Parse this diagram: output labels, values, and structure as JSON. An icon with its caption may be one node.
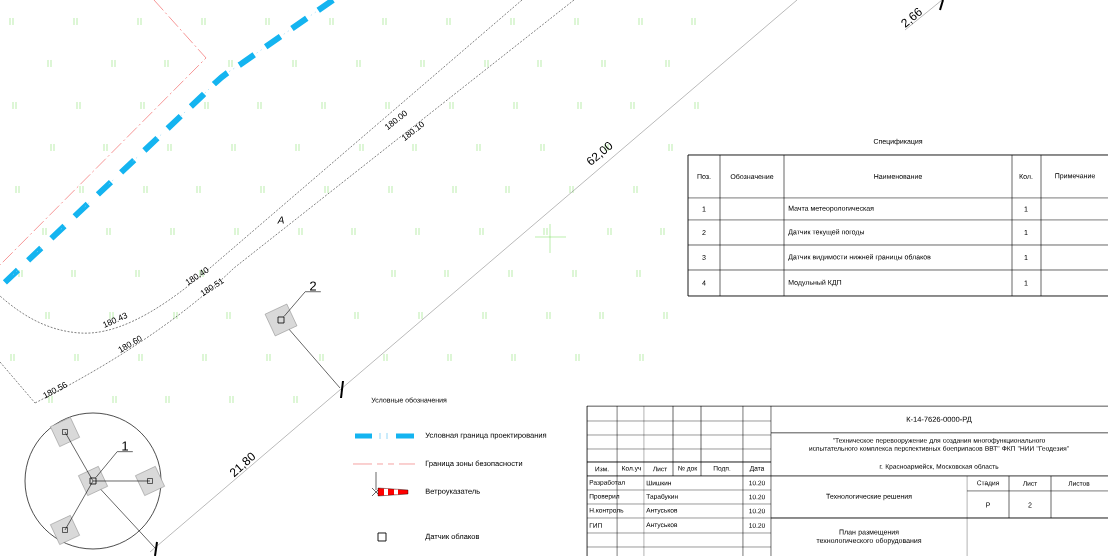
{
  "diagram": {
    "nodes": [
      {
        "text": [
          "1"
        ]
      },
      {
        "text": [],
        "shape": "box"
      },
      {
        "text": [
          "2"
        ]
      },
      {
        "text": [],
        "shape": "box"
      }
    ],
    "edges": [
      {
        "from": 0,
        "to": 1,
        "arrow": "none"
      },
      {
        "from": 2,
        "to": 3,
        "arrow": "none"
      }
    ],
    "labels": [
      "2,66",
      "180.00",
      "180.10",
      "62,00",
      "A",
      "180.40",
      "180.51",
      "180.43",
      "180.60",
      "180.56",
      "21,80",
      "Спецификация",
      "Поз.",
      "Обозначение",
      "Наименование",
      "Кол.",
      "Примечание",
      "1",
      "Мачта метеорологическая",
      "1",
      "2",
      "Датчик текущей погоды",
      "1",
      "3",
      "Датчик видимости нижней границы облаков",
      "1",
      "4",
      "Модульный КДП",
      "1",
      "Условные обозначения",
      "К-14-7626-0000-РД",
      "\"Техническое перевооружение для создания многофункционального испытательного комплекса перспективных боеприпасов ВВТ\" ФКП \"НИИ \"Геодезия\"",
      "Изм.",
      "Кол.уч",
      "Лист",
      "№ док",
      "Подп.",
      "Дата",
      "г. Красноармейск, Московская область",
      "Разработал",
      "Шишкин",
      "10.20",
      "Проверил",
      "Тарабукин",
      "10.20",
      "Н.контроль",
      "Антуськов",
      "10.20",
      "ГИП",
      "Антуськов",
      "10.20",
      "Технологические решения",
      "Стадия",
      "Лист",
      "Листов",
      "Р",
      "2",
      "План размещения технологического оборудования"
    ],
    "legend": [
      {
        "text": "Условная граница проектирования"
      },
      {
        "text": "Граница зоны безопасности"
      },
      {
        "text": "Ветроуказатель"
      },
      {
        "text": "Датчик облаков"
      }
    ]
  }
}
